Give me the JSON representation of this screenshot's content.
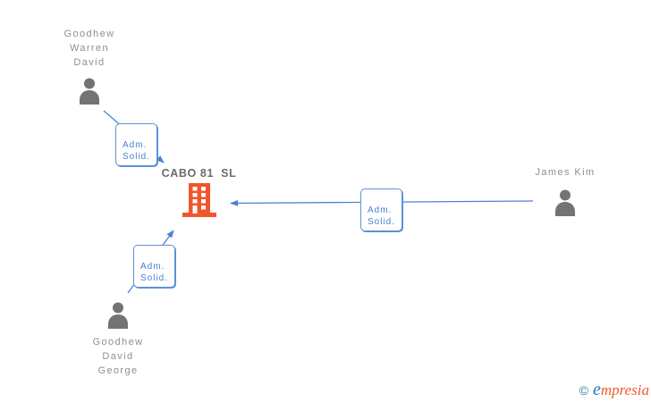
{
  "company": {
    "label": "CABO 81  SL"
  },
  "persons": [
    {
      "name": "Goodhew\nWarren\nDavid"
    },
    {
      "name": "James Kim"
    },
    {
      "name": "Goodhew\nDavid\nGeorge"
    }
  ],
  "edges": [
    {
      "label": "Adm.\nSolid.",
      "from": "Goodhew Warren David",
      "to": "CABO 81 SL"
    },
    {
      "label": "Adm.\nSolid.",
      "from": "James Kim",
      "to": "CABO 81 SL"
    },
    {
      "label": "Adm.\nSolid.",
      "from": "Goodhew David George",
      "to": "CABO 81 SL"
    }
  ],
  "footer": {
    "copyright": "©",
    "brand_lead": "e",
    "brand_rest": "mpresia"
  },
  "colors": {
    "edge_blue": "#4a82d6",
    "box_border_blue": "#5e90db",
    "icon_gray": "#737373",
    "building_orange": "#f0562b",
    "label_gray": "#8f8f8f",
    "company_gray": "#6b6b6b",
    "brand_teal": "#2a7e8f",
    "brand_blue": "#1b75bc",
    "brand_orange": "#ee5a28"
  }
}
